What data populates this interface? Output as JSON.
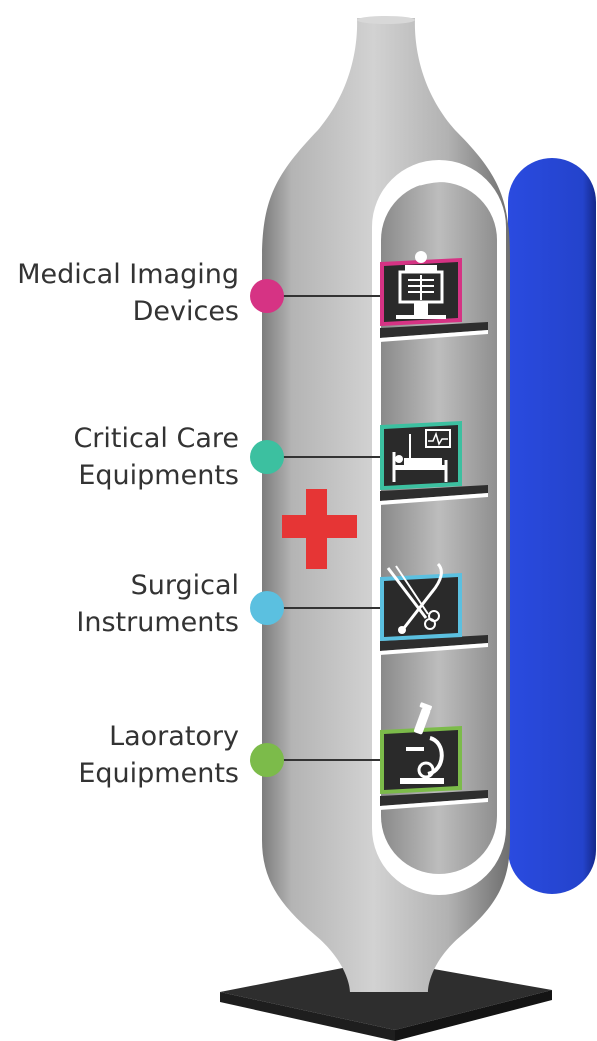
{
  "items": [
    {
      "line1": "Medical Imaging",
      "line2": "Devices",
      "color": "#d63384",
      "icon": "xray-icon"
    },
    {
      "line1": "Critical Care",
      "line2": "Equipments",
      "color": "#3cc0a0",
      "icon": "hospital-bed-monitor-icon"
    },
    {
      "line1": "Surgical",
      "line2": "Instruments",
      "color": "#5bc0e0",
      "icon": "surgical-tools-icon"
    },
    {
      "line1": "Laoratory",
      "line2": "Equipments",
      "color": "#7cbb4a",
      "icon": "microscope-icon"
    }
  ],
  "colors": {
    "cross": "#e63535",
    "capsule": "#2748d9",
    "base": "#2e2e2e",
    "body": "#b9b9b9"
  }
}
